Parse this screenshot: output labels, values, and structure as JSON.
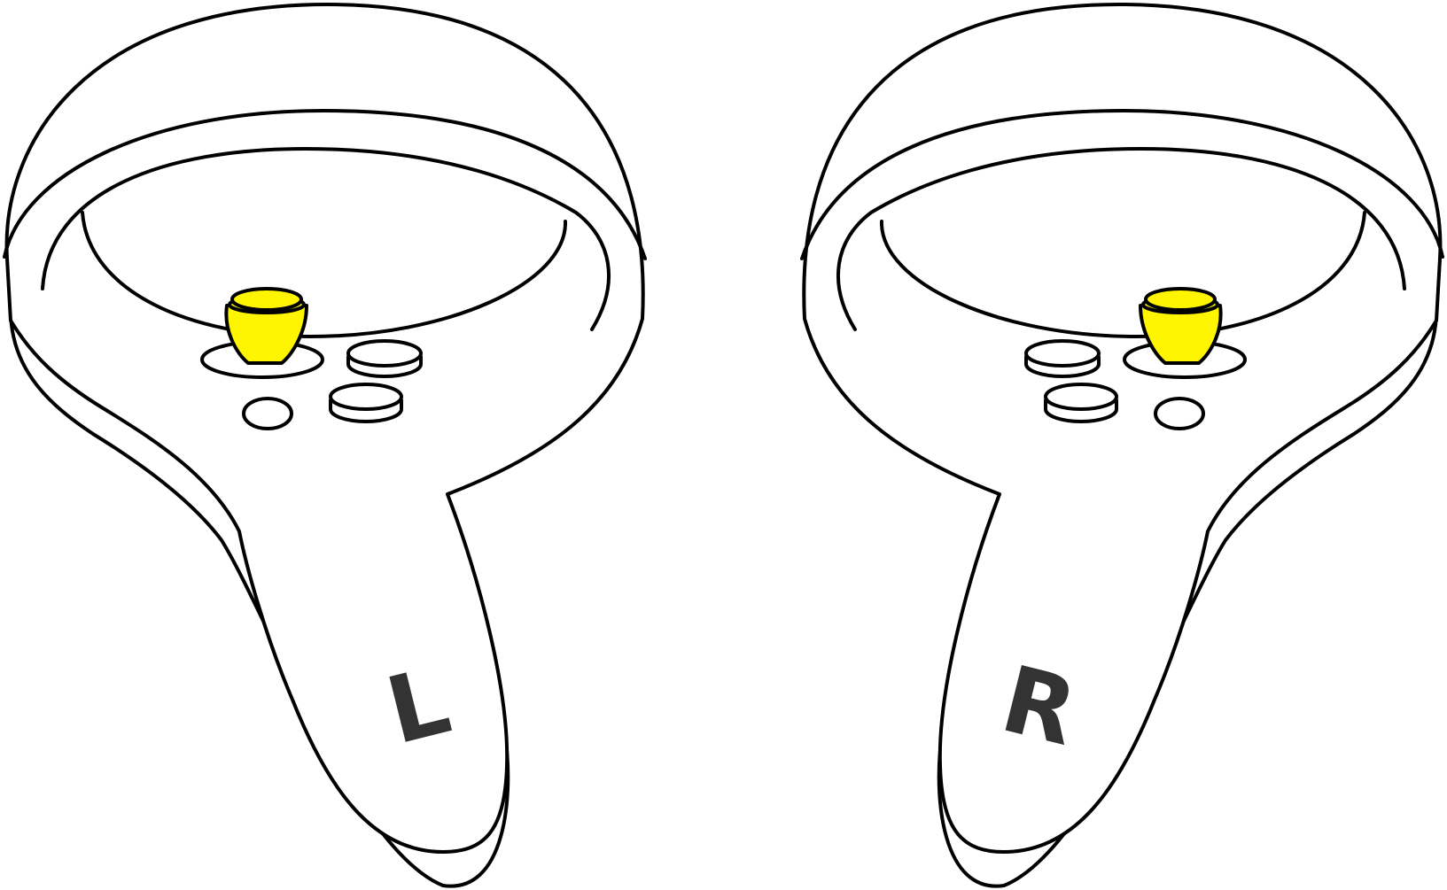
{
  "controllers": {
    "left": {
      "label": "L"
    },
    "right": {
      "label": "R"
    }
  },
  "colors": {
    "highlight": "#FFF500",
    "outline": "#000000",
    "label": "#333333",
    "background": "#FFFFFF"
  },
  "highlighted_component": "thumbstick"
}
